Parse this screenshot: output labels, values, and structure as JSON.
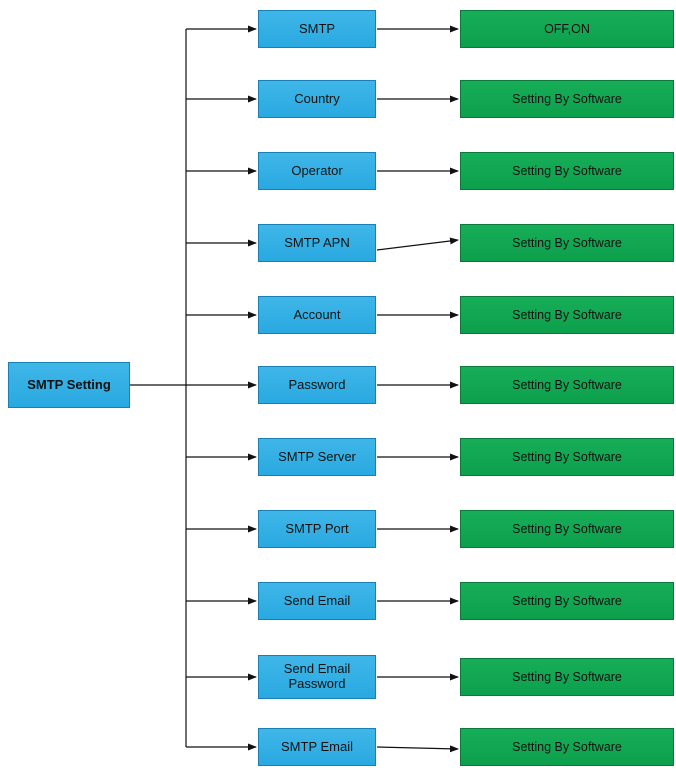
{
  "diagram": {
    "root": {
      "label": "SMTP Setting"
    },
    "rows": [
      {
        "label": "SMTP",
        "value": "OFF,ON"
      },
      {
        "label": "Country",
        "value": "Setting By Software"
      },
      {
        "label": "Operator",
        "value": "Setting By Software"
      },
      {
        "label": "SMTP APN",
        "value": "Setting By Software"
      },
      {
        "label": "Account",
        "value": "Setting By Software"
      },
      {
        "label": "Password",
        "value": "Setting By Software"
      },
      {
        "label": "SMTP Server",
        "value": "Setting By Software"
      },
      {
        "label": "SMTP Port",
        "value": "Setting By Software"
      },
      {
        "label": "Send Email",
        "value": "Setting By Software"
      },
      {
        "label": "Send Email Password",
        "value": "Setting By Software"
      },
      {
        "label": "SMTP Email",
        "value": "Setting By Software"
      }
    ],
    "colors": {
      "node": "#29a9e1",
      "value": "#0da04c",
      "line": "#111111"
    }
  }
}
